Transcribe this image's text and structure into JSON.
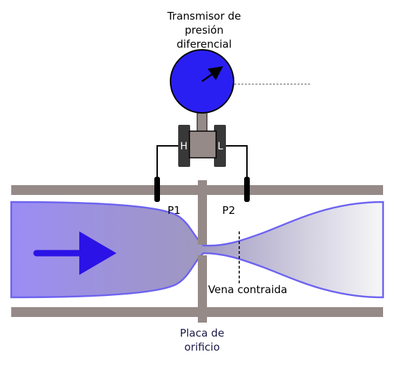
{
  "transmitter": {
    "title_line1": "Transmisor de",
    "title_line2": "presión",
    "title_line3": "diferencial",
    "high_port": "H",
    "low_port": "L"
  },
  "taps": {
    "p1": "P1",
    "p2": "P2"
  },
  "vena_contracta": "Vena contraida",
  "orifice_plate": {
    "line1": "Placa de",
    "line2": "orificio"
  },
  "colors": {
    "pipe_wall": "#958a87",
    "gauge_face": "#2a1ff2",
    "flow_start": "#9b8cf5",
    "flow_outline": "#6d63f0",
    "arrow": "#2b12e6",
    "plate_label": "#1a1a4a"
  }
}
